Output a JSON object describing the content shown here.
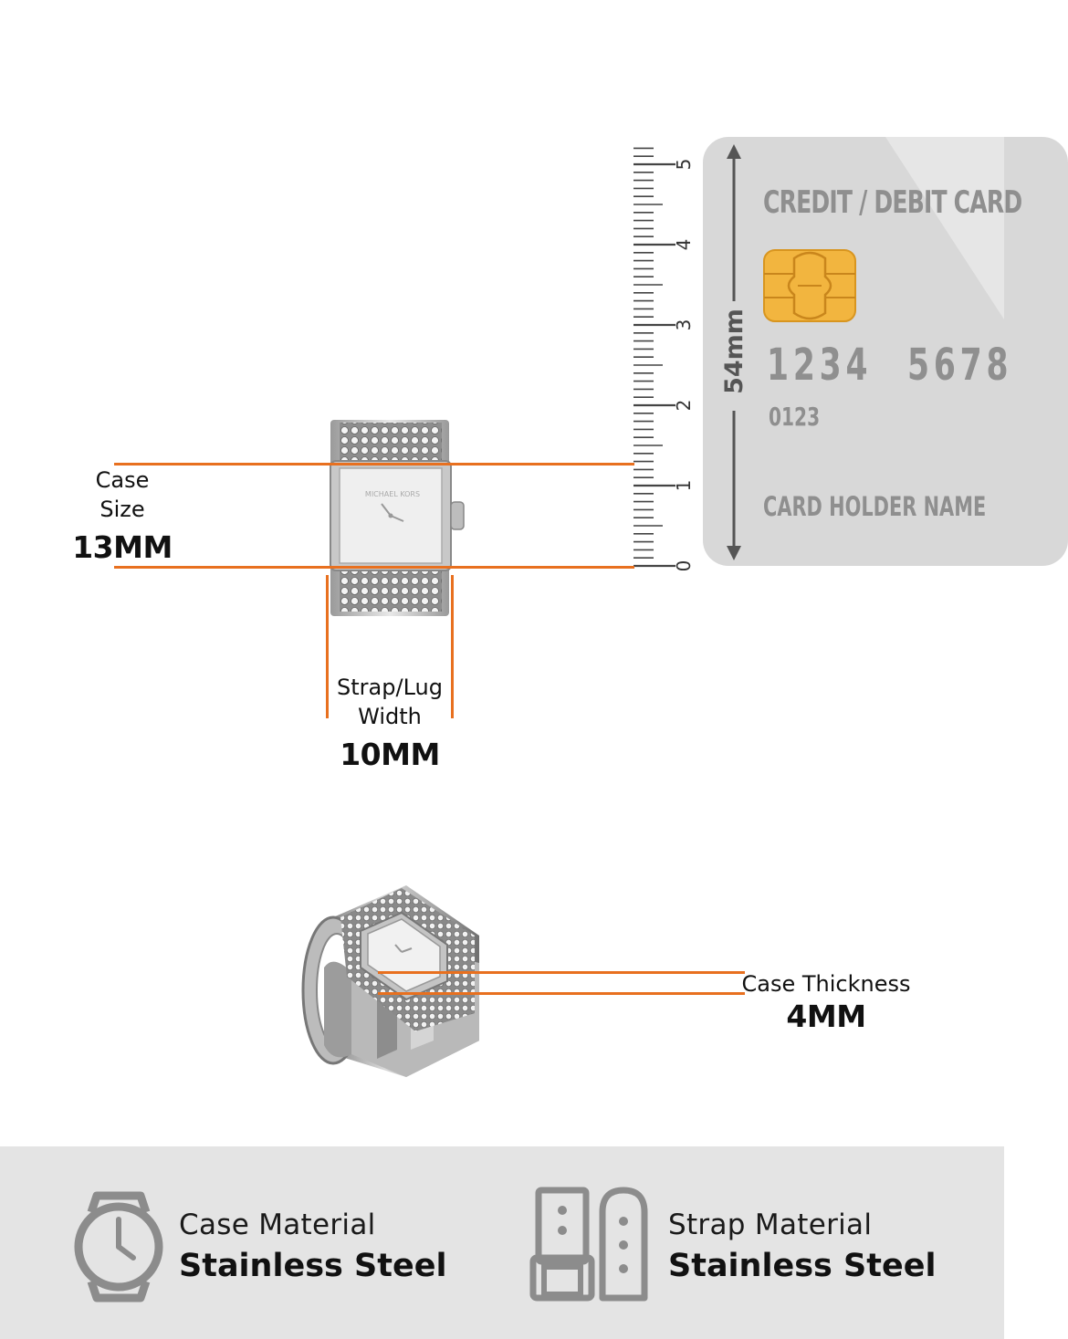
{
  "ruler": {
    "ticks": [
      "0",
      "1",
      "2",
      "3",
      "4",
      "5"
    ]
  },
  "card": {
    "title": "CREDIT / DEBIT CARD",
    "number_group_1": "1234",
    "number_group_2": "5678",
    "small_number": "0123",
    "holder": "CARD HOLDER NAME",
    "height_label": "54mm"
  },
  "watch": {
    "dial_brand": "MICHAEL KORS"
  },
  "case_size": {
    "label_line1": "Case",
    "label_line2": "Size",
    "value": "13MM"
  },
  "lug_width": {
    "label_line1": "Strap/Lug",
    "label_line2": "Width",
    "value": "10MM"
  },
  "thickness": {
    "label": "Case Thickness",
    "value": "4MM"
  },
  "footer": {
    "case_material": {
      "label": "Case Material",
      "value": "Stainless Steel",
      "icon": "watch-icon"
    },
    "strap_material": {
      "label": "Strap Material",
      "value": "Stainless Steel",
      "icon": "strap-icon"
    }
  },
  "colors": {
    "accent": "#e8701f",
    "footer_bg": "#e4e4e4",
    "card_bg": "#d8d8d8",
    "card_text": "#8f8f8f",
    "chip": "#f0b43c"
  }
}
